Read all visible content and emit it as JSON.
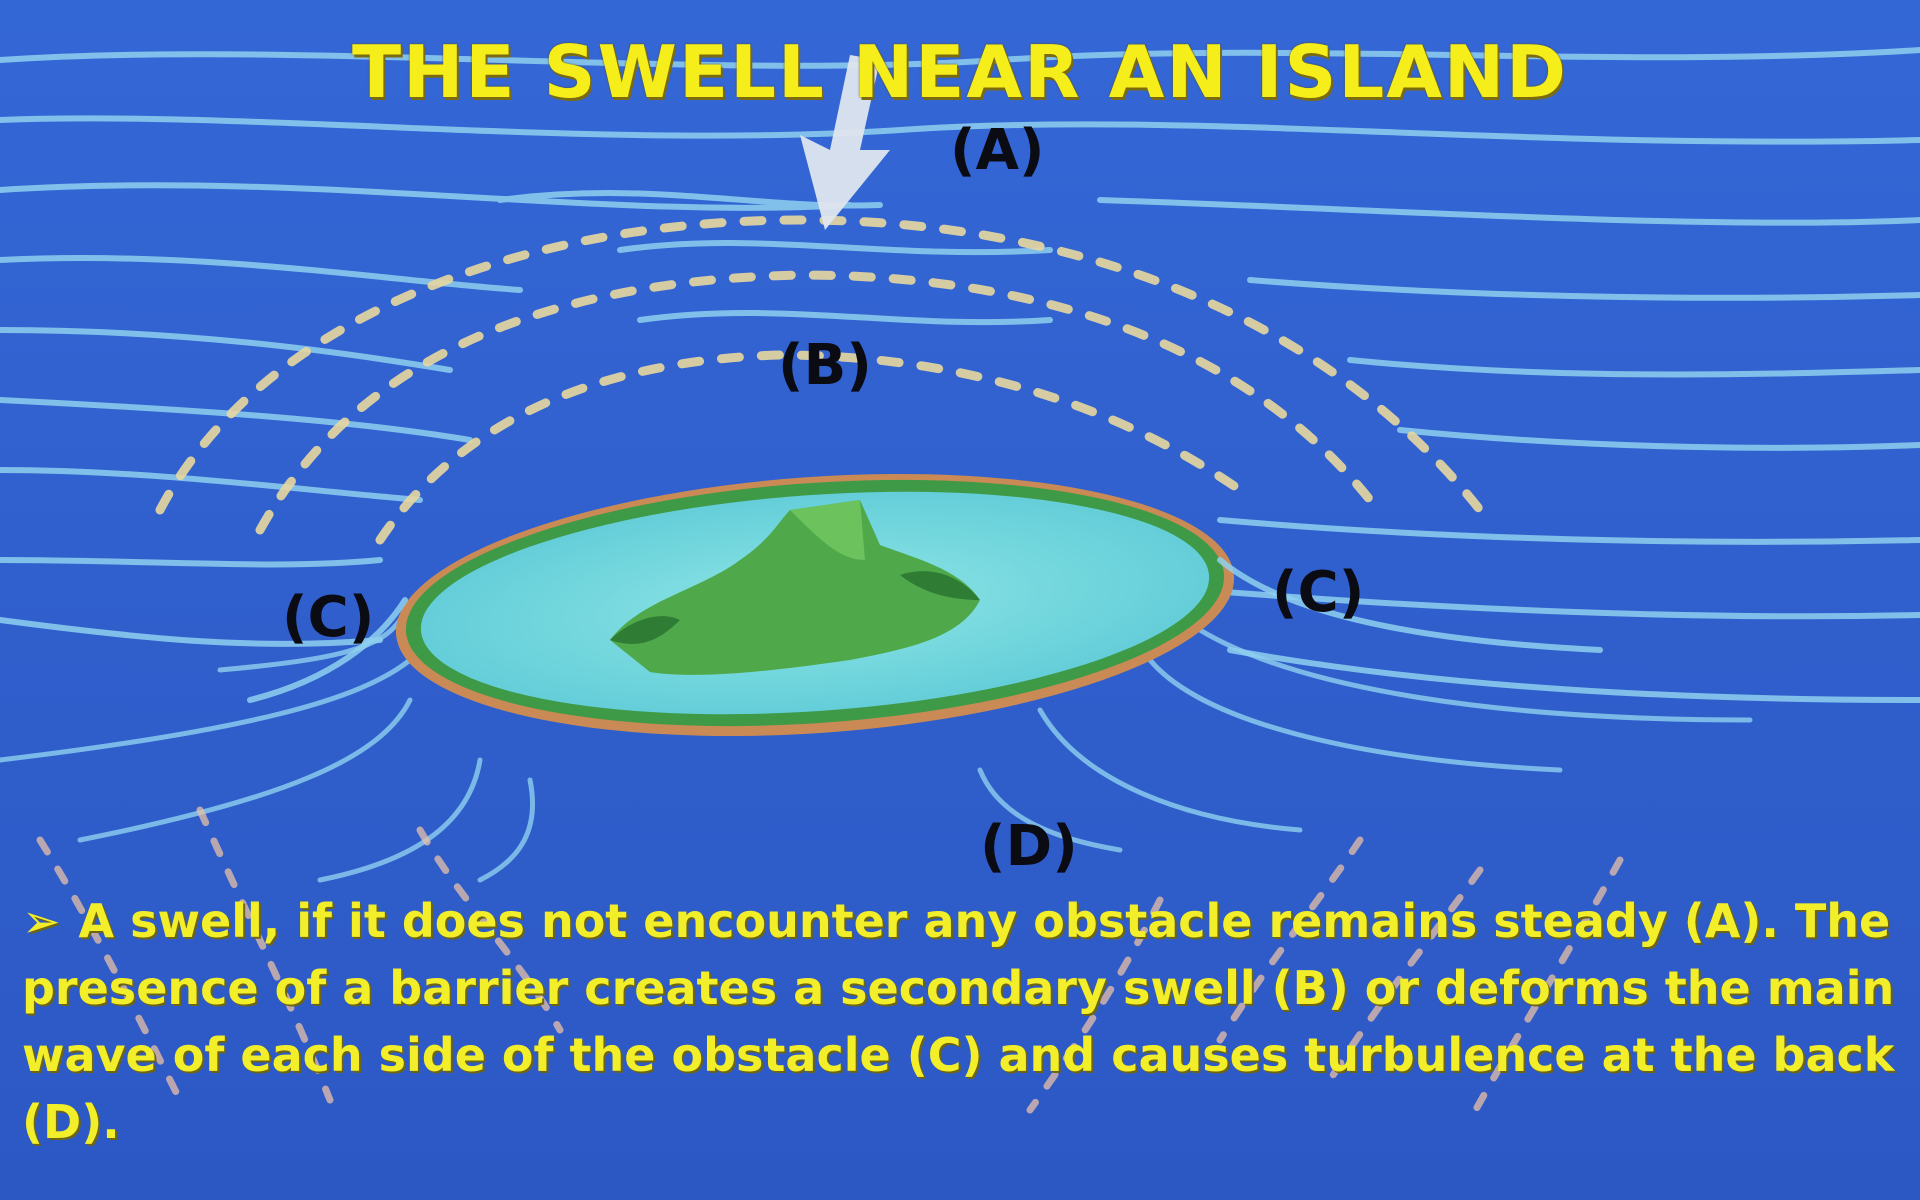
{
  "title": "THE SWELL NEAR AN ISLAND",
  "labels": {
    "a": "(A)",
    "b": "(B)",
    "c_left": "(C)",
    "c_right": "(C)",
    "d": "(D)"
  },
  "caption": {
    "bullet": "➢",
    "text": "A swell, if it does not encounter any obstacle remains steady (A). The presence of a barrier creates a secondary swell (B) or deforms the main wave of each side of the obstacle (C) and causes turbulence at the back (D)."
  },
  "colors": {
    "ocean": "#2f5fd0",
    "wave": "#8fd0f0",
    "lagoon": "#6ed8dc",
    "island": "#3a9a3c",
    "title": "#f5ee1a",
    "dash_swell": "#e8d8a0"
  }
}
